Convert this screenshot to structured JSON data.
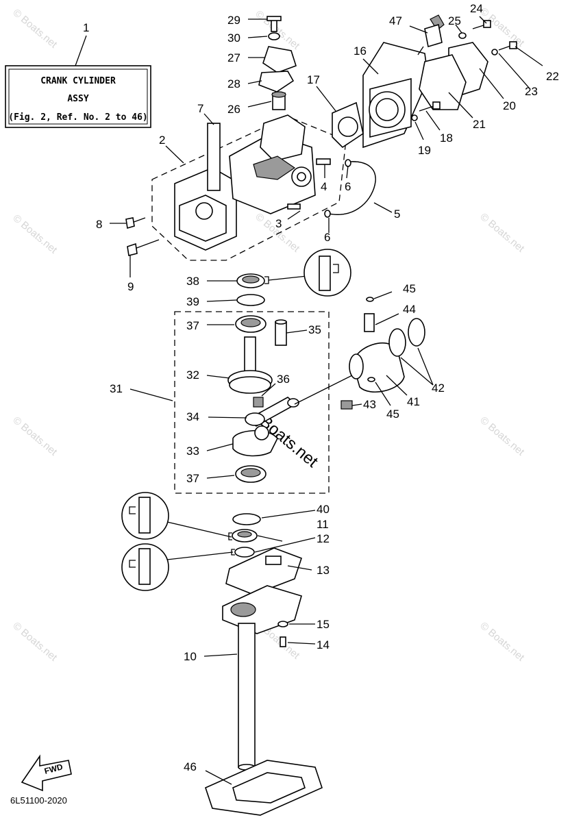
{
  "title_box": {
    "callout": "1",
    "line1": "CRANK CYLINDER",
    "line2": "ASSY",
    "line3": "(Fig. 2, Ref. No. 2 to 46)"
  },
  "watermark": {
    "small": "© Boats.net",
    "center": "Boats.net"
  },
  "callouts": {
    "c2": "2",
    "c3": "3",
    "c4": "4",
    "c5": "5",
    "c6a": "6",
    "c6b": "6",
    "c7": "7",
    "c8": "8",
    "c9": "9",
    "c10": "10",
    "c11": "11",
    "c12": "12",
    "c13": "13",
    "c14": "14",
    "c15": "15",
    "c16": "16",
    "c17": "17",
    "c18": "18",
    "c19": "19",
    "c20": "20",
    "c21": "21",
    "c22": "22",
    "c23": "23",
    "c24": "24",
    "c25": "25",
    "c26": "26",
    "c27": "27",
    "c28": "28",
    "c29": "29",
    "c30": "30",
    "c31": "31",
    "c32": "32",
    "c33": "33",
    "c34": "34",
    "c35": "35",
    "c36": "36",
    "c37a": "37",
    "c37b": "37",
    "c38": "38",
    "c39": "39",
    "c40": "40",
    "c41": "41",
    "c42": "42",
    "c43": "43",
    "c44": "44",
    "c45a": "45",
    "c45b": "45",
    "c46": "46",
    "c47": "47"
  },
  "fwd_label": "FWD",
  "doc_id": "6L51100-2020"
}
